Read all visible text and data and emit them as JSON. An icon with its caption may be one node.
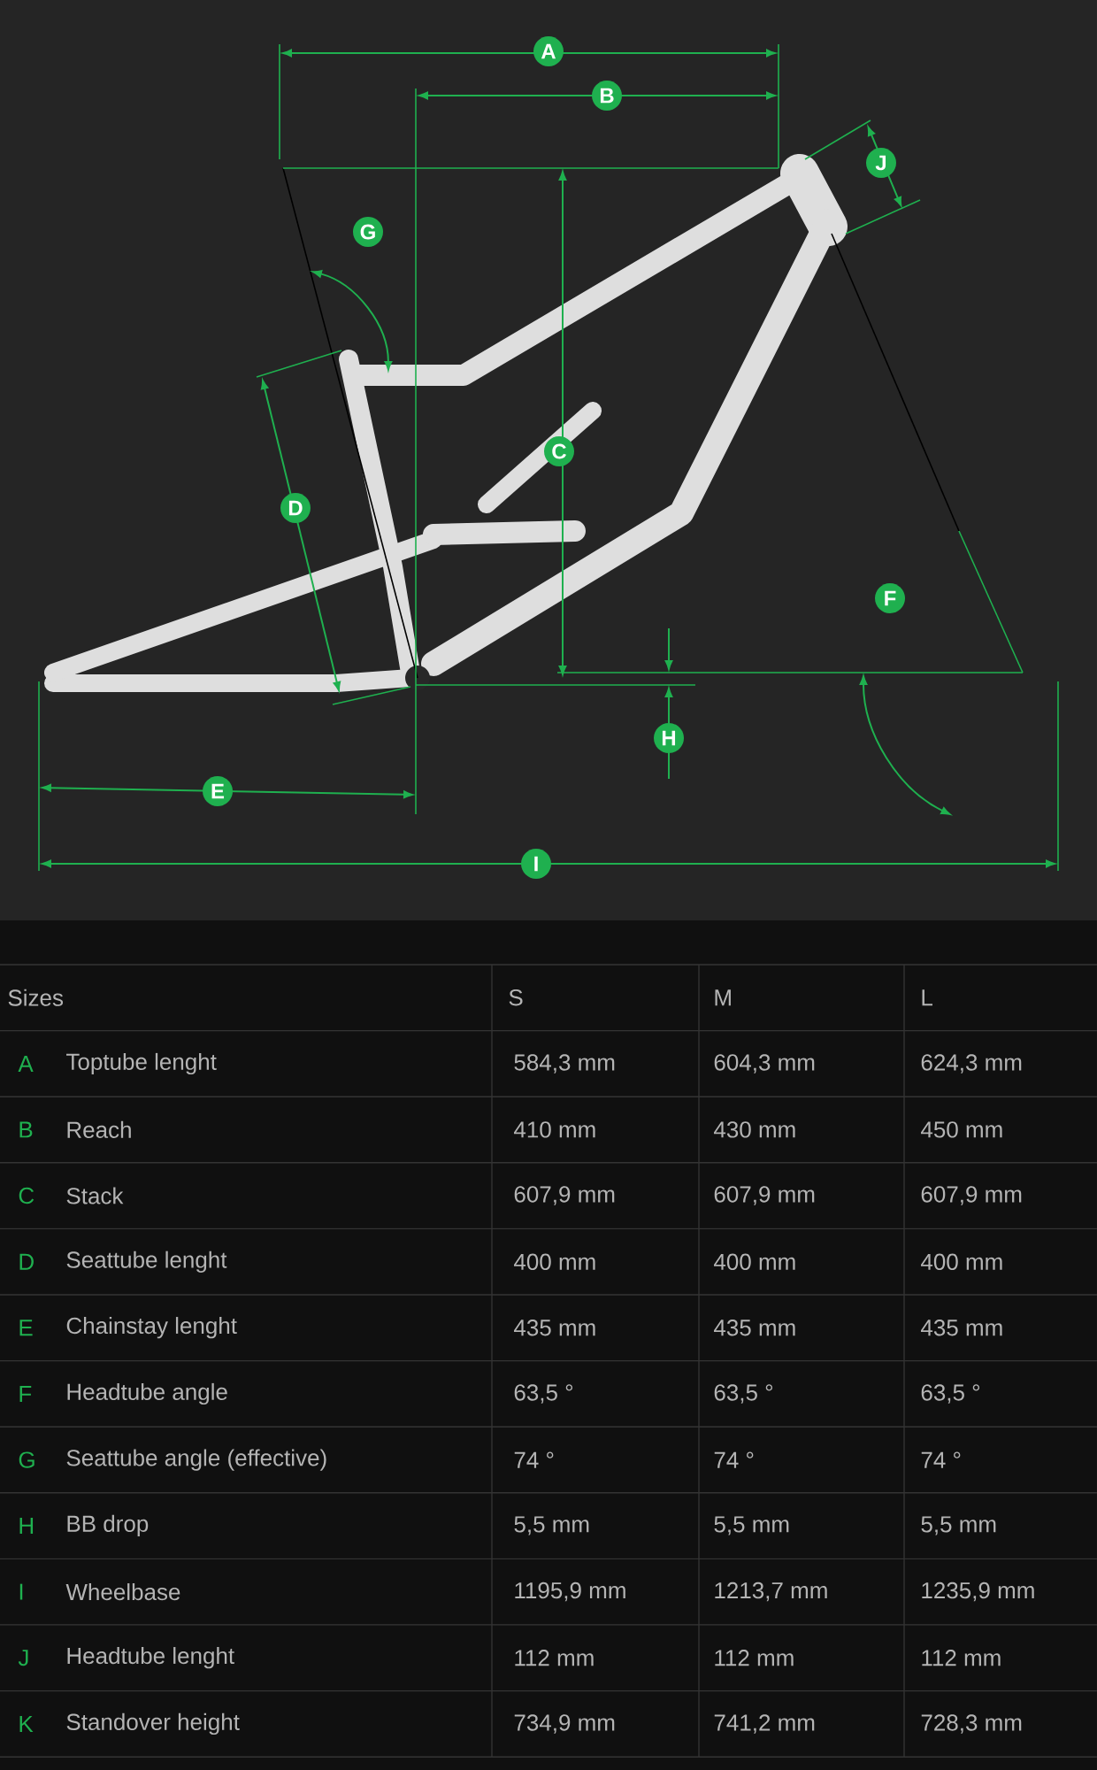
{
  "diagram": {
    "labels": [
      "A",
      "B",
      "J",
      "G",
      "C",
      "D",
      "F",
      "H",
      "E",
      "I",
      "Sizes",
      "S",
      "M",
      "L",
      "A",
      "Toptube lenght",
      "584,3 mm",
      "604,3 mm",
      "624,3 mm",
      "B",
      "Reach",
      "410 mm",
      "430 mm",
      "450 mm",
      "C",
      "Stack",
      "607,9 mm",
      "607,9 mm",
      "607,9 mm",
      "D",
      "Seattube lenght",
      "400 mm",
      "400 mm",
      "400 mm",
      "E",
      "Chainstay lenght",
      "435 mm",
      "435 mm",
      "435 mm",
      "F",
      "Headtube angle",
      "63,5 °",
      "63,5 °",
      "63,5 °",
      "G",
      "Seattube angle (effective)",
      "74 °",
      "74 °",
      "74 °",
      "H",
      "BB drop",
      "5,5 mm",
      "5,5 mm",
      "5,5 mm",
      "I",
      "Wheelbase",
      "1195,9 mm",
      "1213,7 mm",
      "1235,9 mm",
      "J",
      "Headtube lenght",
      "112 mm",
      "112 mm",
      "112 mm",
      "K",
      "Standover height",
      "734,9 mm",
      "741,2 mm",
      "728,3 mm"
    ]
  }
}
